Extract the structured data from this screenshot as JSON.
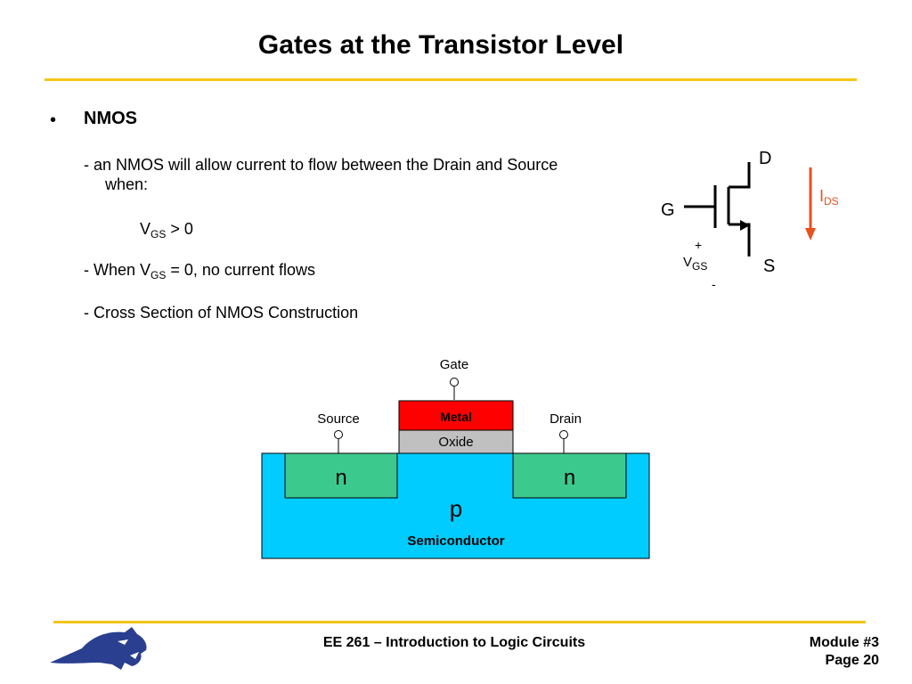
{
  "title": "Gates at the Transistor Level",
  "bullet": {
    "marker": "•",
    "heading": "NMOS",
    "line1": "- an NMOS will allow current to flow between the Drain and Source",
    "line1b": "when:",
    "cond_v": "V",
    "cond_sub": "GS",
    "cond_rest": " > 0",
    "line2_pre": "- When V",
    "line2_sub": "GS",
    "line2_post": " = 0, no current flows",
    "line3": "- Cross Section of NMOS Construction"
  },
  "symbol": {
    "drain": "D",
    "gate": "G",
    "source": "S",
    "ids_main": "I",
    "ids_sub": "DS",
    "vgs_plus": "+",
    "vgs_main": "V",
    "vgs_sub": "GS",
    "vgs_minus": "-"
  },
  "cross_section": {
    "gate_label": "Gate",
    "source_label": "Source",
    "drain_label": "Drain",
    "metal": "Metal",
    "oxide": "Oxide",
    "n_left": "n",
    "n_right": "n",
    "p": "p",
    "substrate": "Semiconductor"
  },
  "colors": {
    "accent_rule": "#f5c518",
    "metal": "#ff0000",
    "oxide": "#c0c0c0",
    "n_region": "#3cc98e",
    "substrate": "#00ccff",
    "ids_arrow": "#e8501e"
  },
  "footer": {
    "course": "EE 261 – Introduction to Logic Circuits",
    "module": "Module #3",
    "page": "Page 20"
  }
}
